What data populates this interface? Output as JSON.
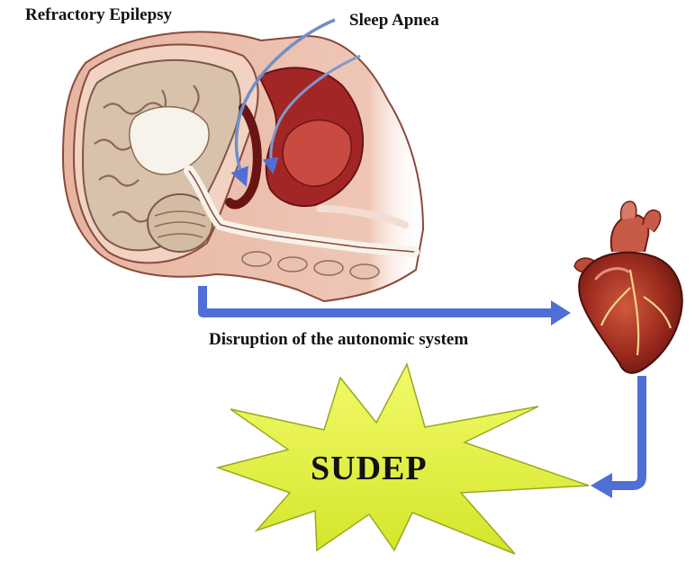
{
  "labels": {
    "epilepsy": "Refractory Epilepsy",
    "apnea": "Sleep Apnea",
    "disruption": "Disruption of the autonomic system",
    "outcome": "SUDEP"
  },
  "icons": {
    "head": "head-cross-section-icon",
    "heart": "heart-icon",
    "burst": "starburst-icon"
  },
  "colors": {
    "arrow": "#4F6FD6",
    "skin": "#E8B9A6",
    "brain": "#D7BFA8",
    "airway": "#A32626",
    "heart": "#9B2A1E",
    "burst": "#E4F23A"
  }
}
